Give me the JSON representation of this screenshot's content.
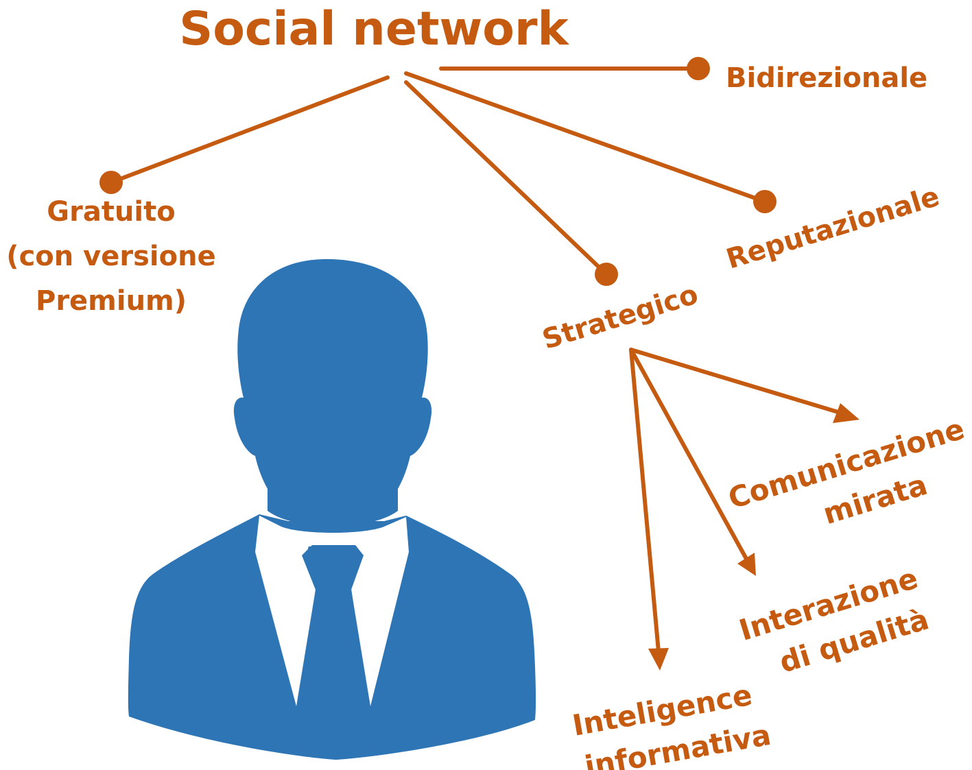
{
  "diagram": {
    "title": "Social network",
    "branches": [
      {
        "id": "gratuito",
        "lines": [
          "Gratuito",
          "(con versione",
          "Premium)"
        ]
      },
      {
        "id": "bidirezionale",
        "lines": [
          "Bidirezionale"
        ]
      },
      {
        "id": "reputazionale",
        "lines": [
          "Reputazionale"
        ]
      },
      {
        "id": "strategico",
        "lines": [
          "Strategico"
        ]
      }
    ],
    "strategico_children": [
      {
        "id": "comunicazione",
        "lines": [
          "Comunicazione",
          "mirata"
        ]
      },
      {
        "id": "interazione",
        "lines": [
          "Interazione",
          "di qualità"
        ]
      },
      {
        "id": "inteligence",
        "lines": [
          "Inteligence",
          "informativa"
        ]
      }
    ]
  },
  "colors": {
    "accent": "#c55a11",
    "figure": "#2e75b6"
  },
  "icons": {
    "figure": "businessman-silhouette-icon"
  }
}
